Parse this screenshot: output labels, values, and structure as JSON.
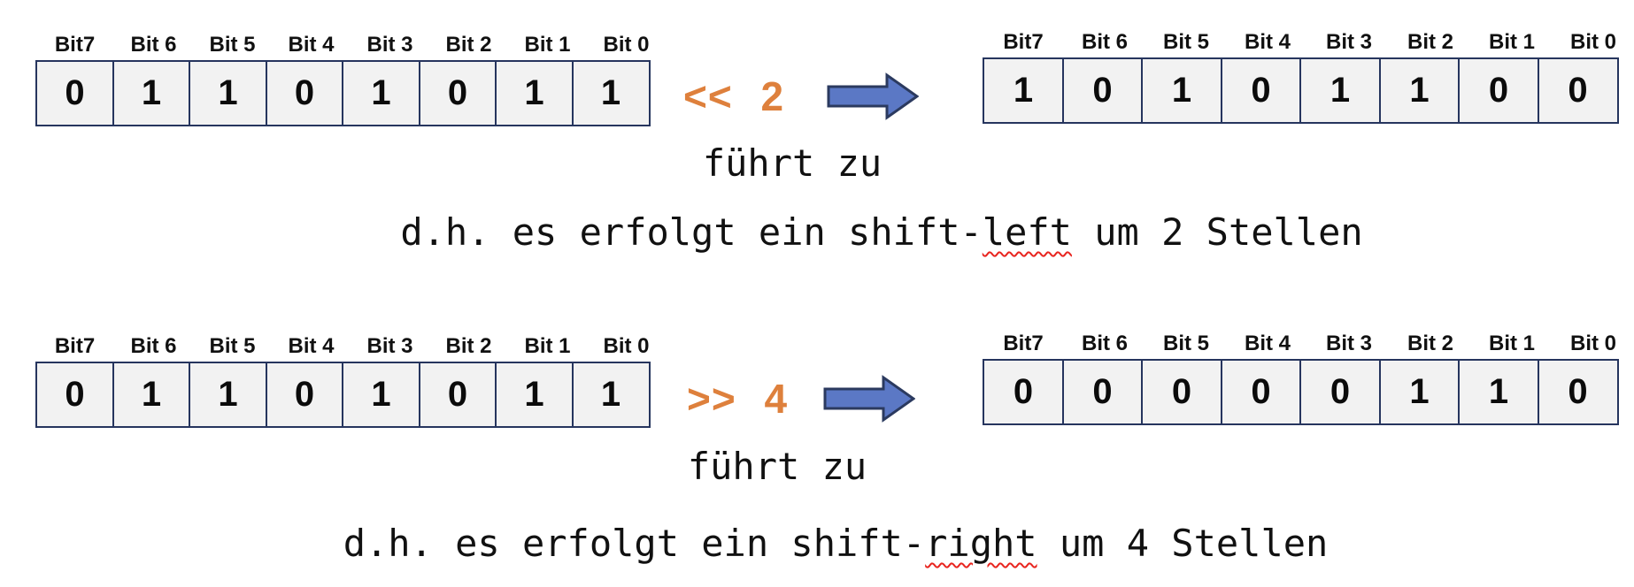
{
  "colors": {
    "cell_background": "#f2f2f2",
    "cell_border_navy": "#26355e",
    "accent_orange": "#de803c",
    "arrow_blue_fill": "#5b78c5",
    "arrow_blue_outline": "#2b3a5f",
    "spellcheck_red": "#e8251f",
    "text_black": "#111111"
  },
  "bit_labels": [
    "Bit7",
    "Bit 6",
    "Bit 5",
    "Bit 4",
    "Bit 3",
    "Bit 2",
    "Bit 1",
    "Bit 0"
  ],
  "sections": [
    {
      "input_bits": [
        "0",
        "1",
        "1",
        "0",
        "1",
        "0",
        "1",
        "1"
      ],
      "operator": "<< 2",
      "output_bits": [
        "1",
        "0",
        "1",
        "0",
        "1",
        "1",
        "0",
        "0"
      ],
      "caption": "führt zu",
      "explanation": {
        "prefix": "d.h. es erfolgt ein shift-",
        "highlight": "left",
        "suffix": " um 2 Stellen"
      }
    },
    {
      "input_bits": [
        "0",
        "1",
        "1",
        "0",
        "1",
        "0",
        "1",
        "1"
      ],
      "operator": ">> 4",
      "output_bits": [
        "0",
        "0",
        "0",
        "0",
        "0",
        "1",
        "1",
        "0"
      ],
      "caption": "führt zu",
      "explanation": {
        "prefix": "d.h. es erfolgt ein shift-",
        "highlight": "right",
        "suffix": " um 4 Stellen"
      }
    }
  ]
}
